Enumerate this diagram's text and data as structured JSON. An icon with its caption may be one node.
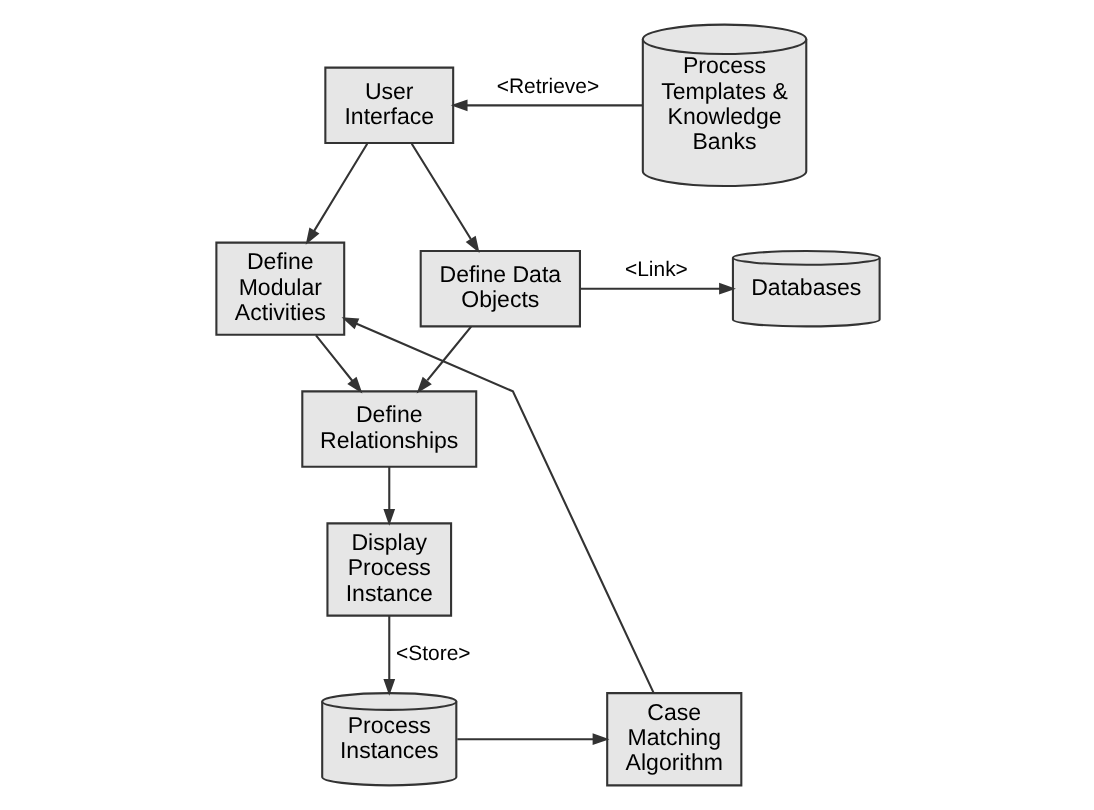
{
  "diagram": {
    "nodes": [
      {
        "text": [
          "User Interface"
        ]
      },
      {
        "text": [
          "Process Templates & Knowledge Banks"
        ]
      },
      {
        "text": [
          "Define Modular Activities"
        ]
      },
      {
        "text": [
          "Define Data Objects"
        ]
      },
      {
        "text": [
          "Databases"
        ]
      },
      {
        "text": [
          "Define Relationships"
        ]
      },
      {
        "text": [
          "Display Process Instance"
        ]
      },
      {
        "text": [
          "Process Instances"
        ]
      },
      {
        "text": [
          "Case Matching Algorithm"
        ]
      }
    ],
    "edges": [
      {
        "from": 1,
        "to": 0,
        "arrow": "to",
        "label": "<Retrieve>"
      },
      {
        "from": 0,
        "to": 2,
        "arrow": "to"
      },
      {
        "from": 0,
        "to": 3,
        "arrow": "to"
      },
      {
        "from": 3,
        "to": 4,
        "arrow": "to",
        "label": "<Link>"
      },
      {
        "from": 2,
        "to": 5,
        "arrow": "to"
      },
      {
        "from": 3,
        "to": 5,
        "arrow": "to"
      },
      {
        "from": 5,
        "to": 6,
        "arrow": "to"
      },
      {
        "from": 6,
        "to": 7,
        "arrow": "to",
        "label": "<Store>"
      },
      {
        "from": 7,
        "to": 8,
        "arrow": "to"
      },
      {
        "from": 8,
        "to": 2,
        "arrow": "to"
      }
    ]
  }
}
